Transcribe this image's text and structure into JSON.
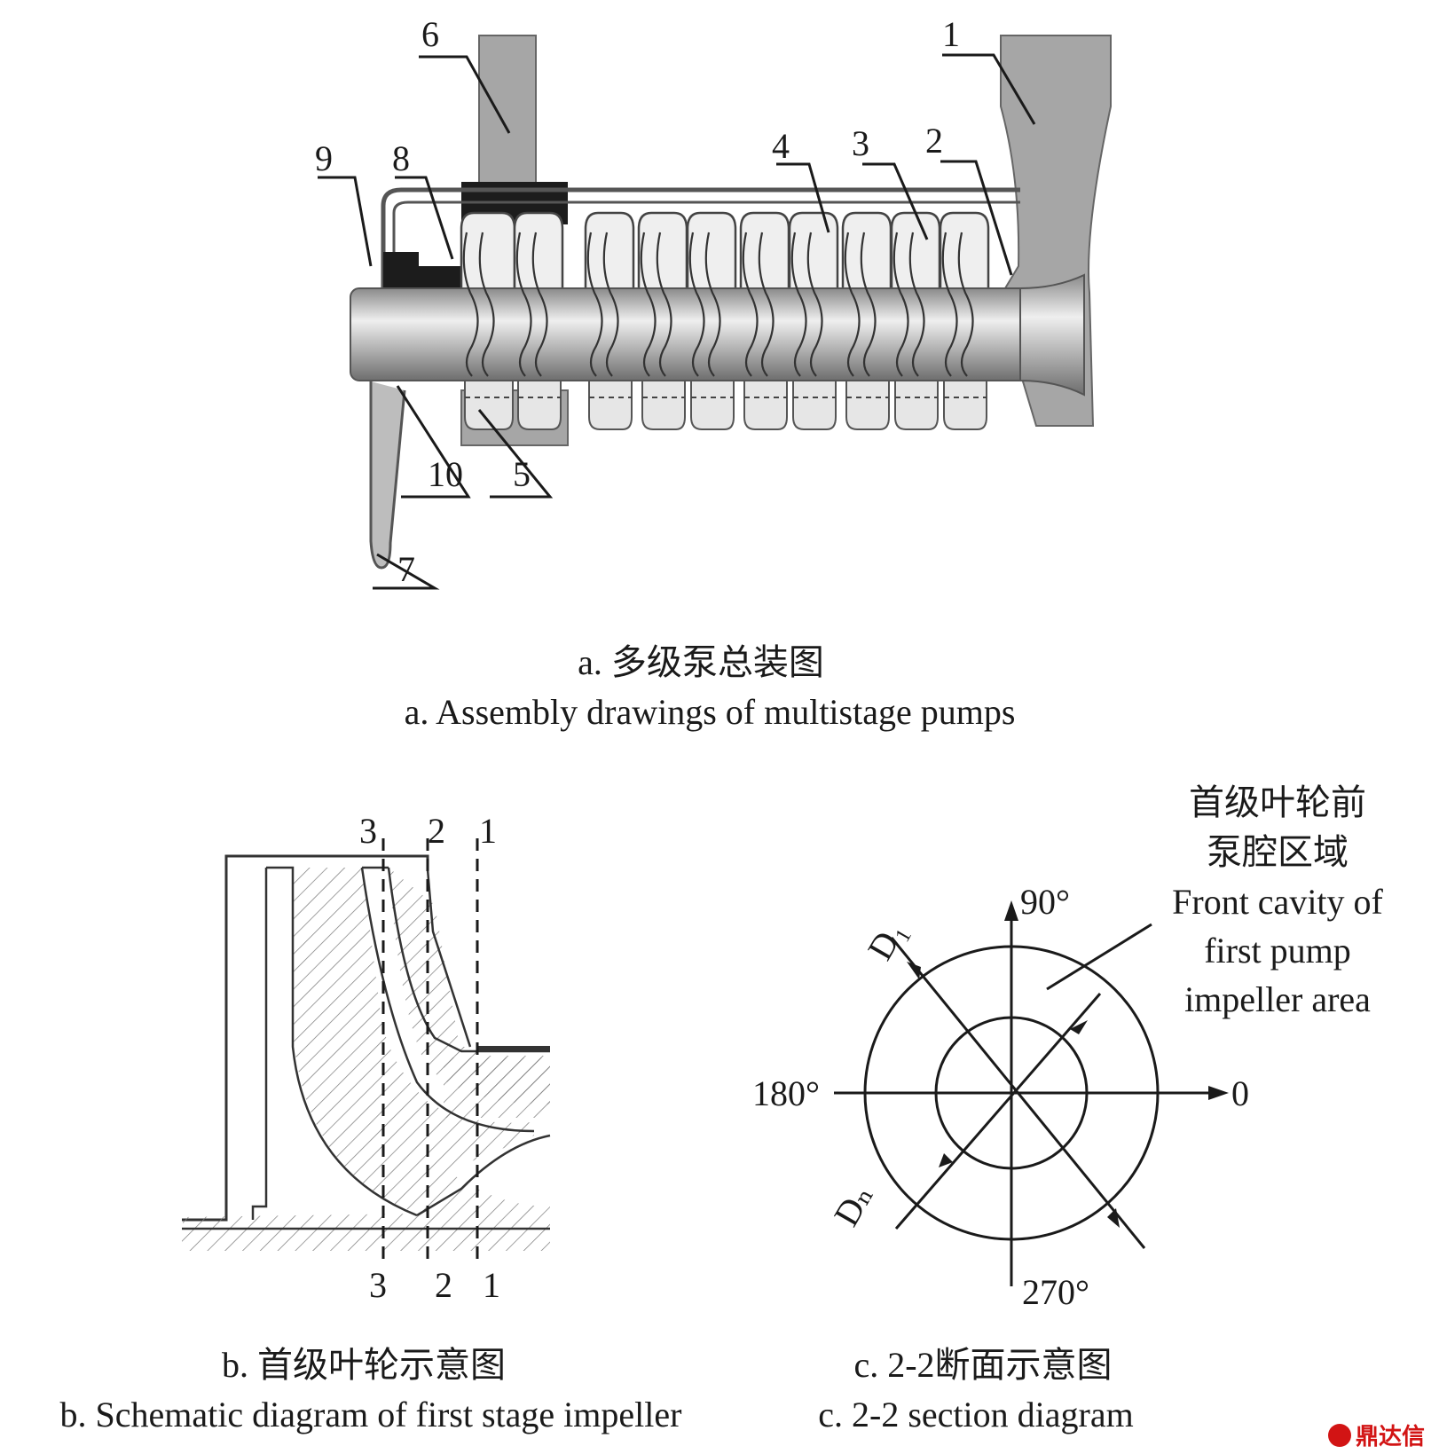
{
  "panel_a": {
    "part_labels": [
      "1",
      "2",
      "3",
      "4",
      "5",
      "6",
      "7",
      "8",
      "9",
      "10"
    ],
    "caption_cn": "a.  多级泵总装图",
    "caption_en": "a. Assembly drawings of multistage pumps"
  },
  "panel_b": {
    "section_labels_top": [
      "3",
      "2",
      "1"
    ],
    "section_labels_bottom": [
      "3",
      "2",
      "1"
    ],
    "caption_cn": "b. 首级叶轮示意图",
    "caption_en": "b. Schematic diagram of first stage impeller"
  },
  "panel_c": {
    "angle_90": "90°",
    "angle_180": "180°",
    "angle_0": "0",
    "angle_270": "270°",
    "dim_outer": "D₁",
    "dim_inner": "Dₙ",
    "note_cn_1": "首级叶轮前",
    "note_cn_2": "泵腔区域",
    "note_en_1": "Front cavity of",
    "note_en_2": "first pump",
    "note_en_3": "impeller  area",
    "caption_cn": "c. 2-2断面示意图",
    "caption_en": "c. 2-2 section diagram"
  },
  "watermark": "鼎达信",
  "colors": {
    "body_gray": "#a6a6a6",
    "dark": "#1a1a1a",
    "shaft": "#c9c9c9",
    "watermark": "#d21414"
  }
}
